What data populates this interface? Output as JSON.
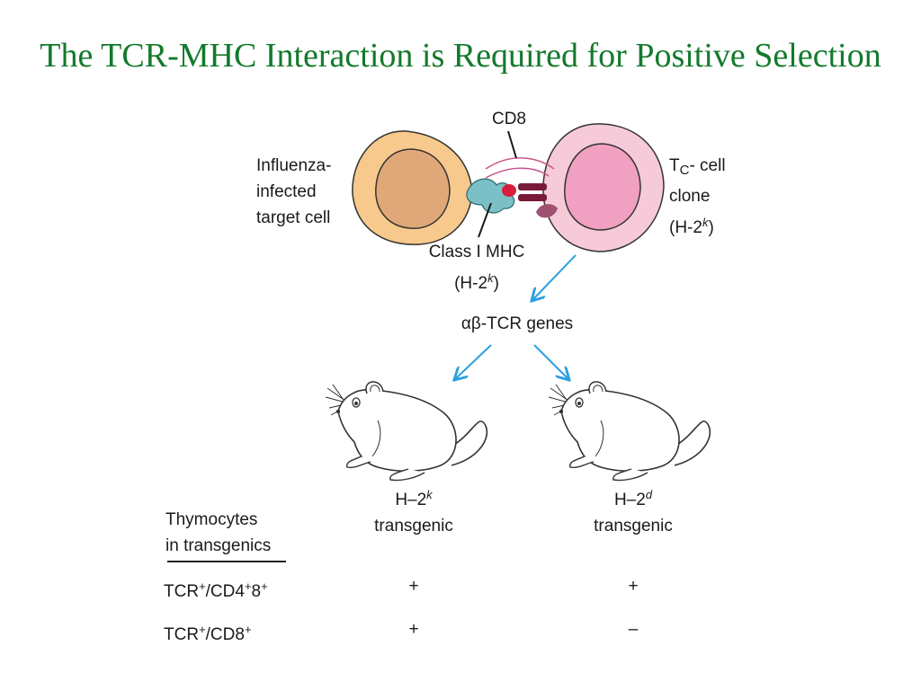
{
  "title": "The TCR-MHC Interaction is Required for Positive Selection",
  "colors": {
    "title": "#137a2c",
    "arrow": "#2e9fe0",
    "target_cell": "#f8c98c",
    "target_nucleus": "#e0a878",
    "tc_cell": "#f6cad8",
    "tc_nucleus": "#f0a0c0"
  },
  "labels": {
    "cd8": "CD8",
    "target_cell": [
      "Influenza-",
      "infected",
      "target cell"
    ],
    "tc_cell": {
      "t": "T",
      "sub": "C",
      "rest": "- cell",
      "line2": "clone",
      "line3_pre": "(H-2",
      "line3_sup": "k",
      "line3_post": ")"
    },
    "mhc": {
      "line1": "Class I MHC",
      "line2_pre": "(H-2",
      "line2_sup": "k",
      "line2_post": ")"
    },
    "genes": "αβ-TCR genes"
  },
  "mice": [
    {
      "haplotype_pre": "H–2",
      "haplotype_sup": "k",
      "caption": "transgenic"
    },
    {
      "haplotype_pre": "H–2",
      "haplotype_sup": "d",
      "caption": "transgenic"
    }
  ],
  "table": {
    "header": [
      "Thymocytes",
      "in transgenics"
    ],
    "rows": [
      {
        "label_a": "TCR",
        "sup_a": "+",
        "label_b": "/CD4",
        "sup_b": "+",
        "label_c": "8",
        "sup_c": "+",
        "values": [
          "+",
          "+"
        ]
      },
      {
        "label_a": "TCR",
        "sup_a": "+",
        "label_b": "/CD8",
        "sup_b": "+",
        "label_c": "",
        "sup_c": "",
        "values": [
          "+",
          "–"
        ]
      }
    ]
  }
}
